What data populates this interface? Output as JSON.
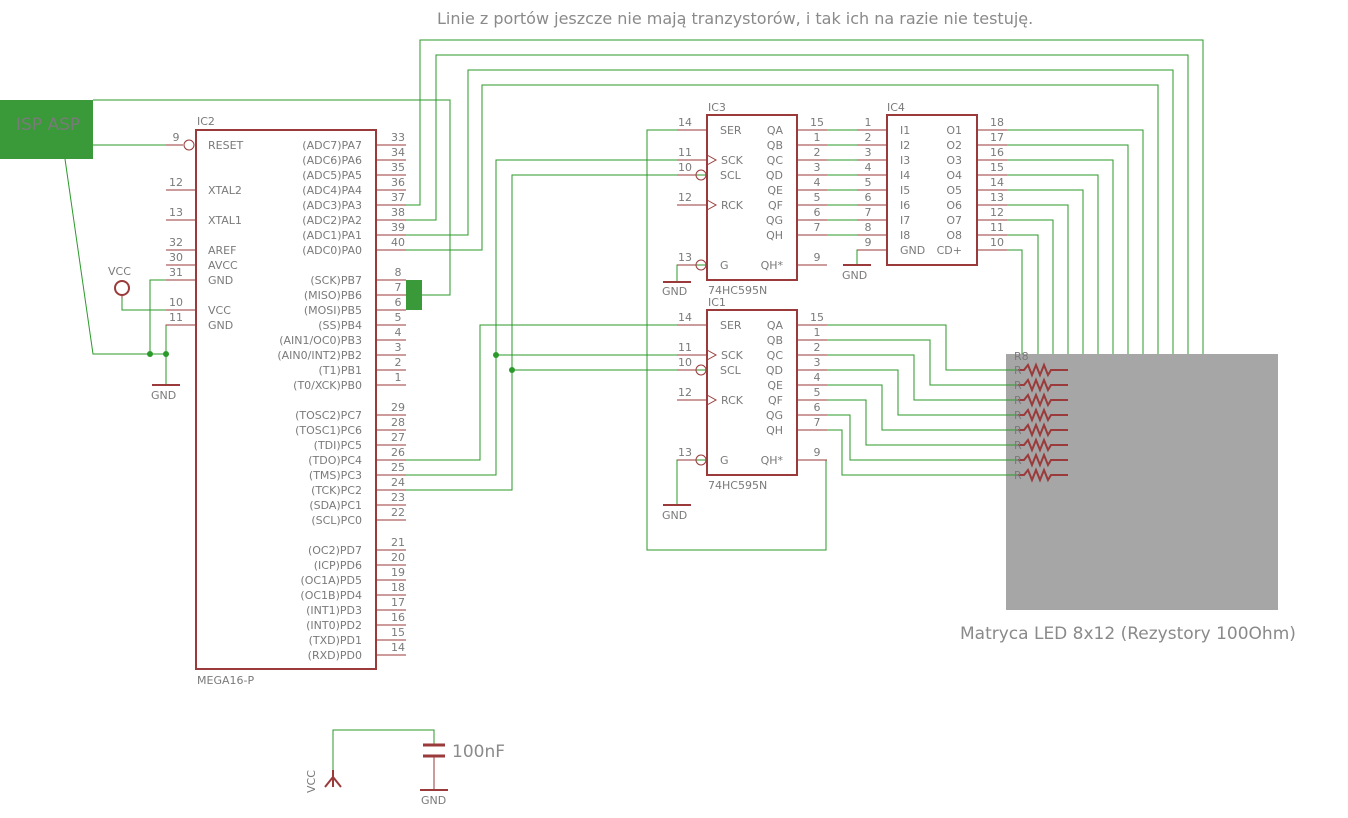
{
  "header_note": "Linie z portów jeszcze nie mają tranzystorów, i tak ich na razie nie testuję.",
  "isp_label": "ISP ASP",
  "matrix_label": "Matryca LED 8x12 (Rezystory 100Ohm)",
  "r8_label": "R8",
  "capacitor_label": "100nF",
  "colors": {
    "wire": "#2a9a2a",
    "component": "#9a3a3a",
    "text": "#7a7a7a",
    "isp": "#3a9a3a",
    "matrix": "#a6a6a6"
  },
  "mcu": {
    "name": "IC2",
    "part": "MEGA16-P",
    "left_pins": [
      {
        "num": "9",
        "label": "RESET"
      },
      {
        "num": "12",
        "label": "XTAL2"
      },
      {
        "num": "13",
        "label": "XTAL1"
      },
      {
        "num": "32",
        "label": "AREF"
      },
      {
        "num": "30",
        "label": "AVCC"
      },
      {
        "num": "31",
        "label": "GND"
      },
      {
        "num": "10",
        "label": "VCC"
      },
      {
        "num": "11",
        "label": "GND"
      }
    ],
    "right_pins": [
      {
        "num": "33",
        "label": "(ADC7)PA7"
      },
      {
        "num": "34",
        "label": "(ADC6)PA6"
      },
      {
        "num": "35",
        "label": "(ADC5)PA5"
      },
      {
        "num": "36",
        "label": "(ADC4)PA4"
      },
      {
        "num": "37",
        "label": "(ADC3)PA3"
      },
      {
        "num": "38",
        "label": "(ADC2)PA2"
      },
      {
        "num": "39",
        "label": "(ADC1)PA1"
      },
      {
        "num": "40",
        "label": "(ADC0)PA0"
      },
      {
        "num": "8",
        "label": "(SCK)PB7"
      },
      {
        "num": "7",
        "label": "(MISO)PB6"
      },
      {
        "num": "6",
        "label": "(MOSI)PB5"
      },
      {
        "num": "5",
        "label": "(SS)PB4"
      },
      {
        "num": "4",
        "label": "(AIN1/OC0)PB3"
      },
      {
        "num": "3",
        "label": "(AIN0/INT2)PB2"
      },
      {
        "num": "2",
        "label": "(T1)PB1"
      },
      {
        "num": "1",
        "label": "(T0/XCK)PB0"
      },
      {
        "num": "29",
        "label": "(TOSC2)PC7"
      },
      {
        "num": "28",
        "label": "(TOSC1)PC6"
      },
      {
        "num": "27",
        "label": "(TDI)PC5"
      },
      {
        "num": "26",
        "label": "(TDO)PC4"
      },
      {
        "num": "25",
        "label": "(TMS)PC3"
      },
      {
        "num": "24",
        "label": "(TCK)PC2"
      },
      {
        "num": "23",
        "label": "(SDA)PC1"
      },
      {
        "num": "22",
        "label": "(SCL)PC0"
      },
      {
        "num": "21",
        "label": "(OC2)PD7"
      },
      {
        "num": "20",
        "label": "(ICP)PD6"
      },
      {
        "num": "19",
        "label": "(OC1A)PD5"
      },
      {
        "num": "18",
        "label": "(OC1B)PD4"
      },
      {
        "num": "17",
        "label": "(INT1)PD3"
      },
      {
        "num": "16",
        "label": "(INT0)PD2"
      },
      {
        "num": "15",
        "label": "(TXD)PD1"
      },
      {
        "num": "14",
        "label": "(RXD)PD0"
      }
    ]
  },
  "shift_regs": [
    {
      "name": "IC3",
      "part": "74HC595N",
      "left_pins": [
        {
          "num": "14",
          "label": "SER"
        },
        {
          "num": "11",
          "label": "SCK"
        },
        {
          "num": "10",
          "label": "SCL"
        },
        {
          "num": "12",
          "label": "RCK"
        },
        {
          "num": "13",
          "label": "G"
        }
      ],
      "right_pins": [
        {
          "num": "15",
          "label": "QA"
        },
        {
          "num": "1",
          "label": "QB"
        },
        {
          "num": "2",
          "label": "QC"
        },
        {
          "num": "3",
          "label": "QD"
        },
        {
          "num": "4",
          "label": "QE"
        },
        {
          "num": "5",
          "label": "QF"
        },
        {
          "num": "6",
          "label": "QG"
        },
        {
          "num": "7",
          "label": "QH"
        },
        {
          "num": "9",
          "label": "QH*"
        }
      ]
    },
    {
      "name": "IC1",
      "part": "74HC595N",
      "left_pins": [
        {
          "num": "14",
          "label": "SER"
        },
        {
          "num": "11",
          "label": "SCK"
        },
        {
          "num": "10",
          "label": "SCL"
        },
        {
          "num": "12",
          "label": "RCK"
        },
        {
          "num": "13",
          "label": "G"
        }
      ],
      "right_pins": [
        {
          "num": "15",
          "label": "QA"
        },
        {
          "num": "1",
          "label": "QB"
        },
        {
          "num": "2",
          "label": "QC"
        },
        {
          "num": "3",
          "label": "QD"
        },
        {
          "num": "4",
          "label": "QE"
        },
        {
          "num": "5",
          "label": "QF"
        },
        {
          "num": "6",
          "label": "QG"
        },
        {
          "num": "7",
          "label": "QH"
        },
        {
          "num": "9",
          "label": "QH*"
        }
      ]
    }
  ],
  "driver": {
    "name": "IC4",
    "left_pins": [
      {
        "num": "1",
        "label": "I1"
      },
      {
        "num": "2",
        "label": "I2"
      },
      {
        "num": "3",
        "label": "I3"
      },
      {
        "num": "4",
        "label": "I4"
      },
      {
        "num": "5",
        "label": "I5"
      },
      {
        "num": "6",
        "label": "I6"
      },
      {
        "num": "7",
        "label": "I7"
      },
      {
        "num": "8",
        "label": "I8"
      },
      {
        "num": "9",
        "label": "GND"
      }
    ],
    "right_pins": [
      {
        "num": "18",
        "label": "O1"
      },
      {
        "num": "17",
        "label": "O2"
      },
      {
        "num": "16",
        "label": "O3"
      },
      {
        "num": "15",
        "label": "O4"
      },
      {
        "num": "14",
        "label": "O5"
      },
      {
        "num": "13",
        "label": "O6"
      },
      {
        "num": "12",
        "label": "O7"
      },
      {
        "num": "11",
        "label": "O8"
      },
      {
        "num": "10",
        "label": "CD+"
      }
    ]
  },
  "gnd_label": "GND",
  "vcc_label": "VCC",
  "resistor_letter": "R"
}
